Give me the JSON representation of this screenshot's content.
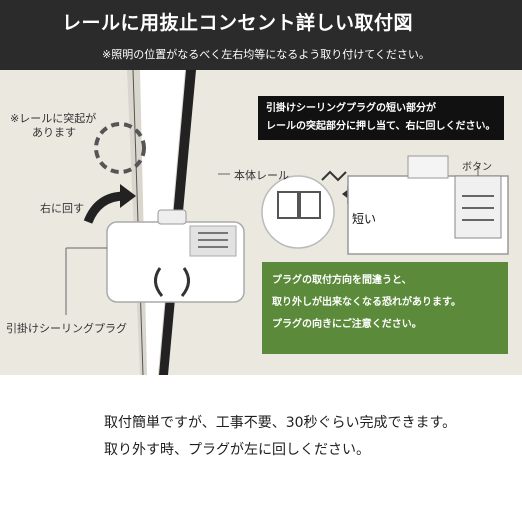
{
  "header": {
    "title": "レールに用抜止コンセント詳しい取付図",
    "subtitle": "※照明の位置がなるべく左右均等になるよう取り付けてください。"
  },
  "diagram": {
    "protrusion_note": [
      "※レールに突起が",
      "あります"
    ],
    "rotate_right": "右に回す",
    "main_rail": "本体レール",
    "ceiling_plug": "引掛けシーリングプラグ",
    "short_label": "短い",
    "button_label": "ボタン",
    "callout": [
      "引掛けシーリングプラグの短い部分が",
      "レールの突起部分に押し当て、右に回しください。"
    ],
    "warning": [
      "プラグの取付方向を間違うと、",
      "取り外しが出来なくなる恐れがあります。",
      "プラグの向きにご注意ください。"
    ],
    "colors": {
      "warning_bg": "#5b8a3a",
      "header_bg": "#2b2b2b",
      "callout_bg": "#111111"
    }
  },
  "notes": {
    "line1": "取付簡単ですが、工事不要、30秒ぐらい完成できます。",
    "line2": "取り外す時、プラグが左に回しください。"
  }
}
